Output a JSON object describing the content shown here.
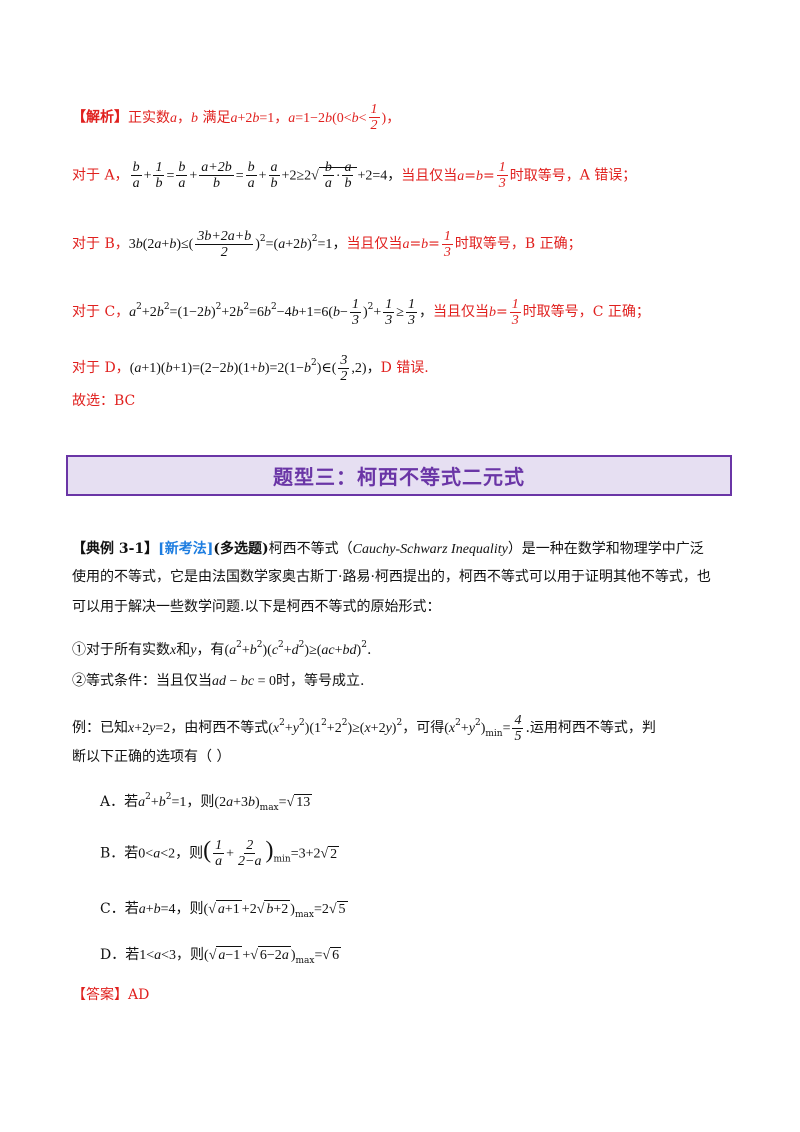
{
  "solution": {
    "analysis_label": "【解析】",
    "analysis_text": "正实数a，b满足a+2b=1，a=1−2b(0<b<1/2)，",
    "a_prefix": "对于 A，",
    "a_cond": "当且仅当a=b=1/3时取等号，",
    "a_result": "A 错误；",
    "b_prefix": "对于 B，",
    "b_cond": "当且仅当a=b=1/3时取等号，",
    "b_result": "B 正确；",
    "c_prefix": "对于 C，",
    "c_cond": "当且仅当b=1/3时取等号，",
    "c_result": "C 正确；",
    "d_prefix": "对于 D，",
    "d_result": "D 错误.",
    "choice": "故选：BC"
  },
  "section": {
    "title": "题型三：柯西不等式二元式"
  },
  "example": {
    "label": "【典例 3-1】",
    "tag": "[新考法]",
    "type": "(多选题)",
    "intro_1": "柯西不等式（",
    "term": "Cauchy-Schwarz Inequality",
    "intro_2": "）是一种在数学和物理学中广泛",
    "line2": "使用的不等式，它是由法国数学家奥古斯丁·路易·柯西提出的，柯西不等式可以用于证明其他不等式，也",
    "line3": "可以用于解决一些数学问题.以下是柯西不等式的原始形式：",
    "form1_prefix": "①对于所有实数",
    "form1_mid": "，有",
    "form2_prefix": "②等式条件：当且仅当",
    "form2_suffix": "时，等号成立.",
    "ex_prefix": "例：已知",
    "ex_mid1": "，由柯西不等式",
    "ex_mid2": "，可得",
    "ex_suffix": ".运用柯西不等式，判",
    "question": "断以下正确的选项有（    ）",
    "options": [
      {
        "label": "A．",
        "text": "若a²+b²=1，则(2a+3b)max=√13"
      },
      {
        "label": "B．",
        "text": "若0<a<2，则(1/a+2/(2−a))min=3+2√2"
      },
      {
        "label": "C．",
        "text": "若a+b=4，则(√(a+1)+2√(b+2))max=2√5"
      },
      {
        "label": "D．",
        "text": "若1<a<3，则(√(a−1)+√(6−2a))max=√6"
      }
    ],
    "answer_label": "【答案】",
    "answer": "AD"
  },
  "colors": {
    "solution_red": "#e0201e",
    "tag_blue": "#1d7de0",
    "banner_border": "#6a35a6",
    "banner_fill": "#e6dff2"
  }
}
